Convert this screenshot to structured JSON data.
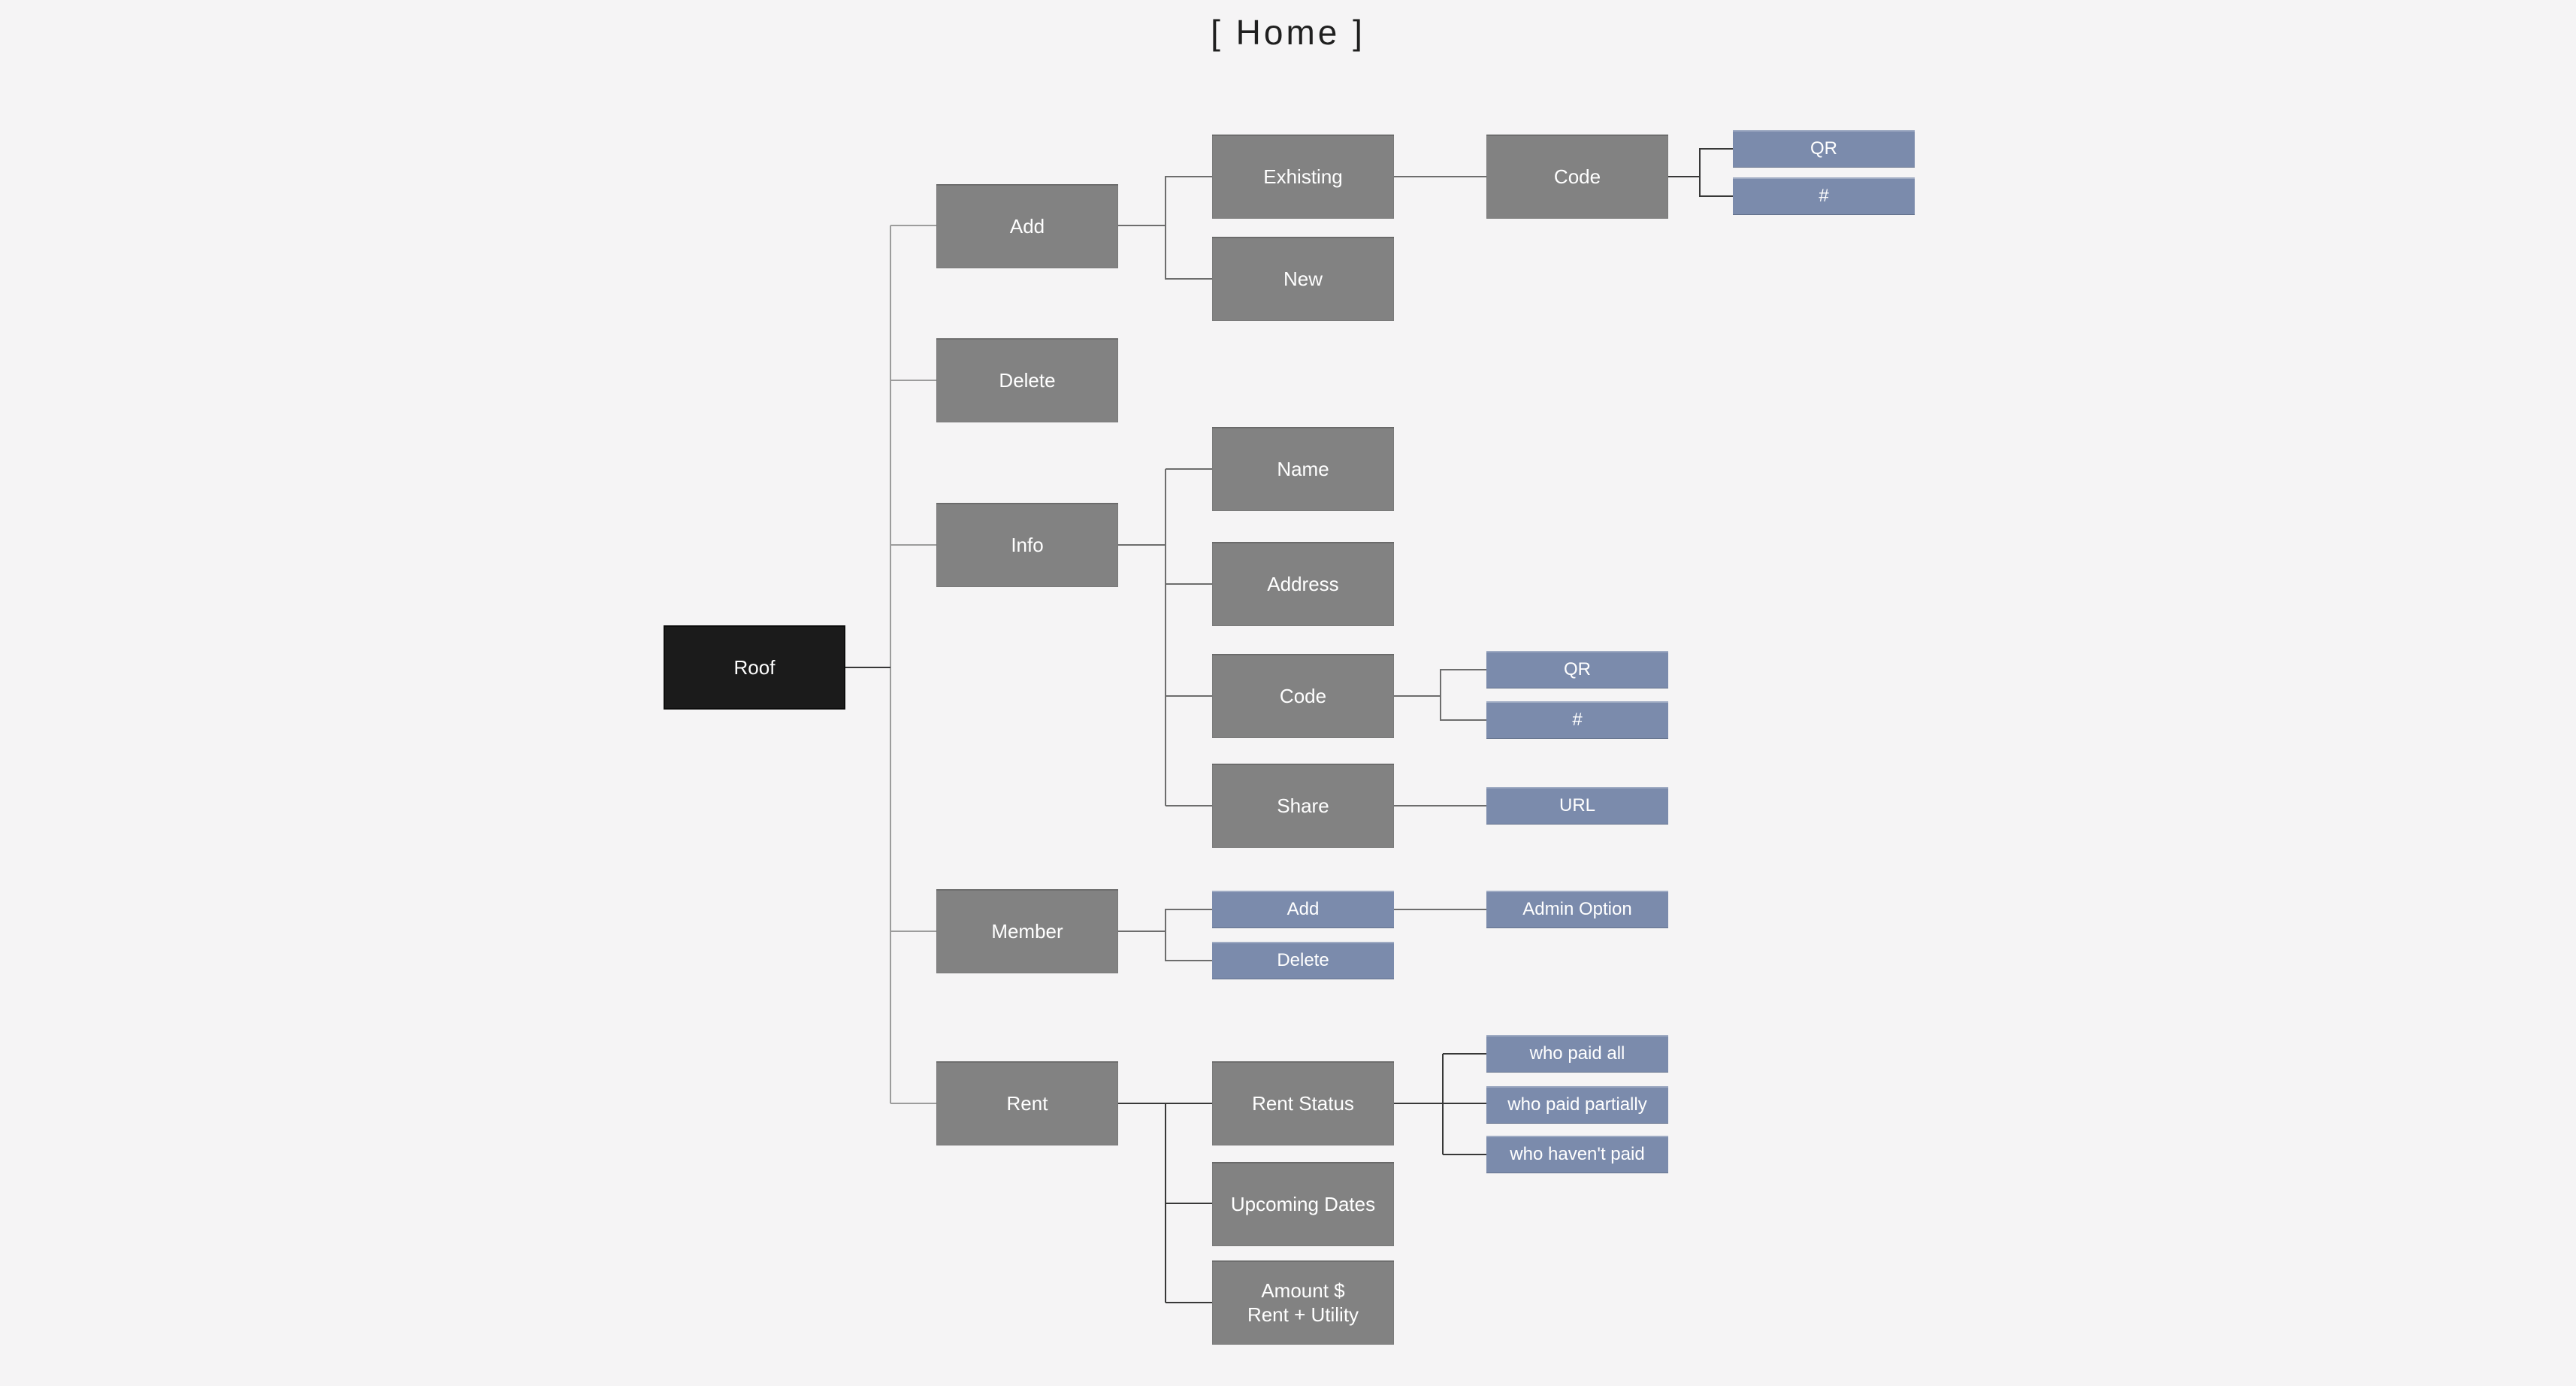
{
  "title": "[ Home ]",
  "colors": {
    "background": "#f5f4f5",
    "root_fill": "#1b1b1b",
    "branch_fill": "#828282",
    "leaf_fill": "#7b8bac",
    "node_text": "#ffffff",
    "line_light": "#9c9c9c",
    "line_mid": "#6d6d6d",
    "line_dark": "#383838",
    "title_text": "#1f1f1f"
  },
  "nodes": {
    "roof": {
      "label": "Roof"
    },
    "add": {
      "label": "Add"
    },
    "add_exhisting": {
      "label": "Exhisting"
    },
    "add_exhisting_code": {
      "label": "Code"
    },
    "add_exhisting_code_qr": {
      "label": "QR"
    },
    "add_exhisting_code_hash": {
      "label": "#"
    },
    "add_new": {
      "label": "New"
    },
    "delete": {
      "label": "Delete"
    },
    "info": {
      "label": "Info"
    },
    "info_name": {
      "label": "Name"
    },
    "info_address": {
      "label": "Address"
    },
    "info_code": {
      "label": "Code"
    },
    "info_code_qr": {
      "label": "QR"
    },
    "info_code_hash": {
      "label": "#"
    },
    "info_share": {
      "label": "Share"
    },
    "info_share_url": {
      "label": "URL"
    },
    "member": {
      "label": "Member"
    },
    "member_add": {
      "label": "Add"
    },
    "member_add_admin_option": {
      "label": "Admin Option"
    },
    "member_delete": {
      "label": "Delete"
    },
    "rent": {
      "label": "Rent"
    },
    "rent_status": {
      "label": "Rent Status"
    },
    "rent_status_who_paid_all": {
      "label": "who paid all"
    },
    "rent_status_who_paid_partially": {
      "label": "who paid partially"
    },
    "rent_status_who_havent_paid": {
      "label": "who haven't paid"
    },
    "rent_upcoming_dates": {
      "label": "Upcoming Dates"
    },
    "rent_amount": {
      "label": "Amount $\nRent + Utility"
    }
  },
  "edges": [
    [
      "roof",
      "add"
    ],
    [
      "roof",
      "delete"
    ],
    [
      "roof",
      "info"
    ],
    [
      "roof",
      "member"
    ],
    [
      "roof",
      "rent"
    ],
    [
      "add",
      "add_exhisting"
    ],
    [
      "add",
      "add_new"
    ],
    [
      "add_exhisting",
      "add_exhisting_code"
    ],
    [
      "add_exhisting_code",
      "add_exhisting_code_qr"
    ],
    [
      "add_exhisting_code",
      "add_exhisting_code_hash"
    ],
    [
      "info",
      "info_name"
    ],
    [
      "info",
      "info_address"
    ],
    [
      "info",
      "info_code"
    ],
    [
      "info",
      "info_share"
    ],
    [
      "info_code",
      "info_code_qr"
    ],
    [
      "info_code",
      "info_code_hash"
    ],
    [
      "info_share",
      "info_share_url"
    ],
    [
      "member",
      "member_add"
    ],
    [
      "member",
      "member_delete"
    ],
    [
      "member_add",
      "member_add_admin_option"
    ],
    [
      "rent",
      "rent_status"
    ],
    [
      "rent",
      "rent_upcoming_dates"
    ],
    [
      "rent",
      "rent_amount"
    ],
    [
      "rent_status",
      "rent_status_who_paid_all"
    ],
    [
      "rent_status",
      "rent_status_who_paid_partially"
    ],
    [
      "rent_status",
      "rent_status_who_havent_paid"
    ]
  ]
}
